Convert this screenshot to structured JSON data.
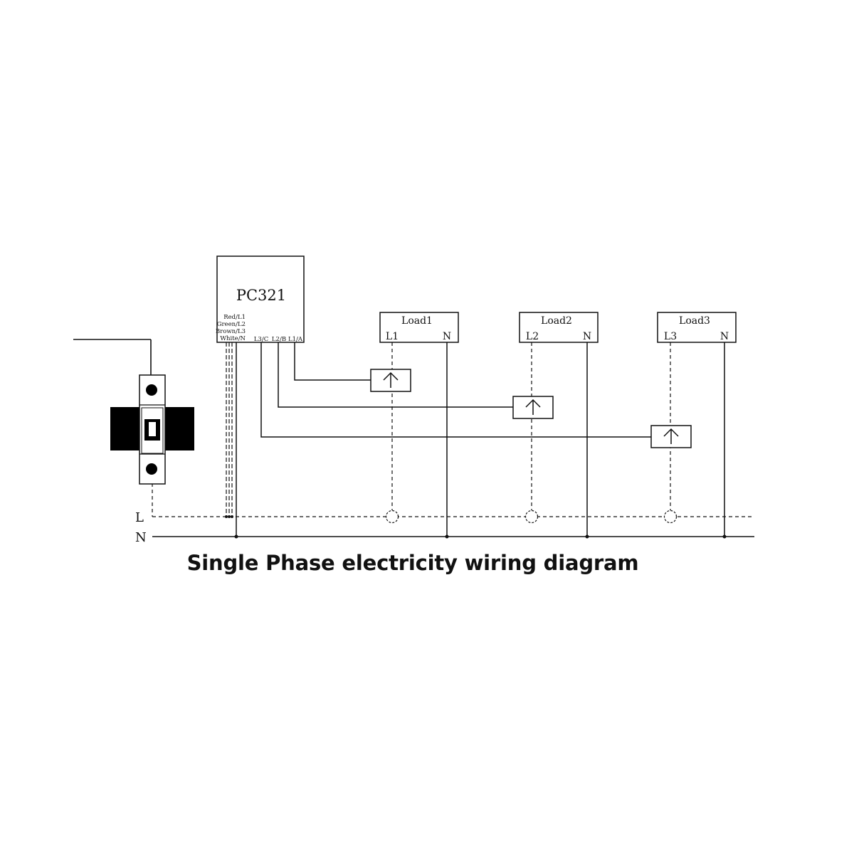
{
  "title": "Single Phase electricity wiring diagram",
  "device": {
    "name": "PC321",
    "wire_labels": [
      "Red/L1",
      "Green/L2",
      "Brown/L3",
      "White/N"
    ],
    "ct_terminals": [
      "L3/C",
      "L2/B",
      "L1/A"
    ]
  },
  "rails": {
    "live": "L",
    "neutral": "N"
  },
  "loads": [
    {
      "name": "Load1",
      "live_label": "L1",
      "neutral_label": "N"
    },
    {
      "name": "Load2",
      "live_label": "L2",
      "neutral_label": "N"
    },
    {
      "name": "Load3",
      "live_label": "L3",
      "neutral_label": "N"
    }
  ],
  "ct_sensor_icon": "up-arrow-icon",
  "breaker_icon": "circuit-breaker-icon",
  "colors": {
    "line": "#111111",
    "breaker_body": "#000000"
  }
}
